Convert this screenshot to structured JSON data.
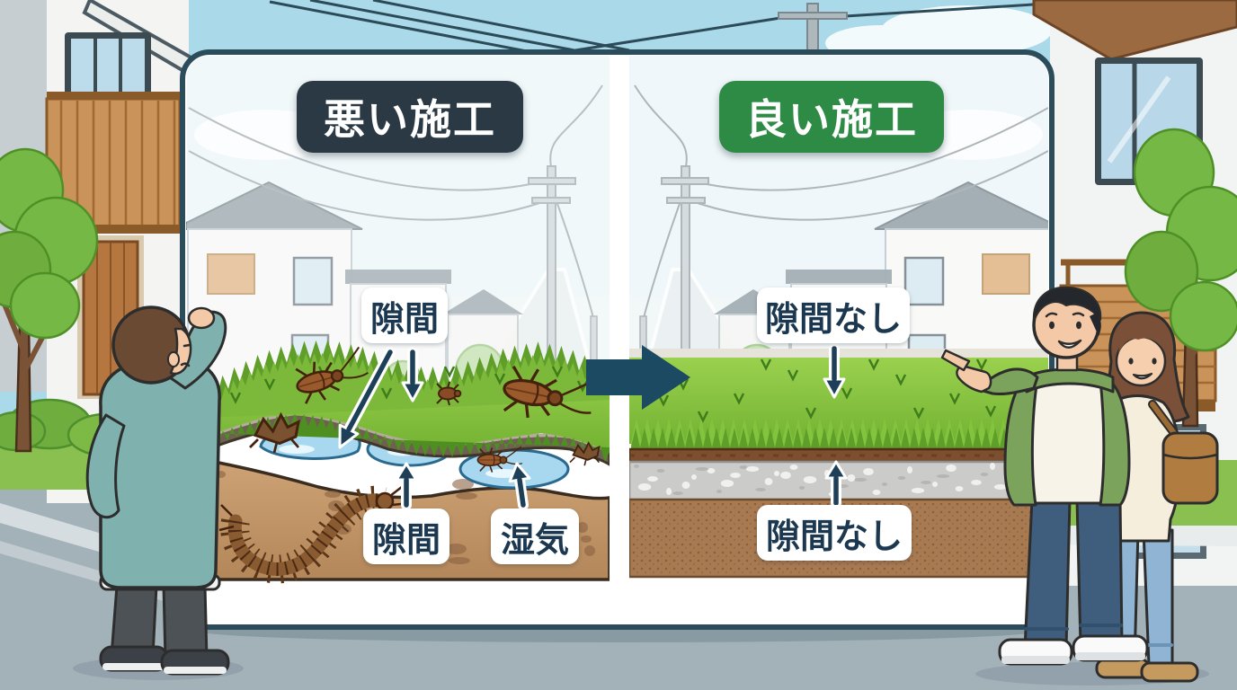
{
  "panel": {
    "bad": {
      "badge": "悪い施工",
      "labels": {
        "gap_top": "隙間",
        "gap_bottom": "隙間",
        "moisture": "湿気"
      }
    },
    "good": {
      "badge": "良い施工",
      "labels": {
        "no_gap_top": "隙間なし",
        "no_gap_bottom": "隙間なし"
      }
    }
  },
  "icons": {
    "transition_arrow": "➡",
    "annotation_arrow_down": "↓",
    "annotation_arrow_up": "↑"
  },
  "colors": {
    "bad_badge": "#2b3944",
    "good_badge": "#2e8b46",
    "label_text": "#1c3850",
    "panel_border": "#2b4c5a",
    "grass_green": "#8bc63f",
    "water_blue": "#a7d8ef",
    "soil_brown": "#c59a6c",
    "gravel_gray": "#cbcbc9",
    "arrow_navy": "#1d4a63",
    "sky_blue": "#aadae9"
  }
}
